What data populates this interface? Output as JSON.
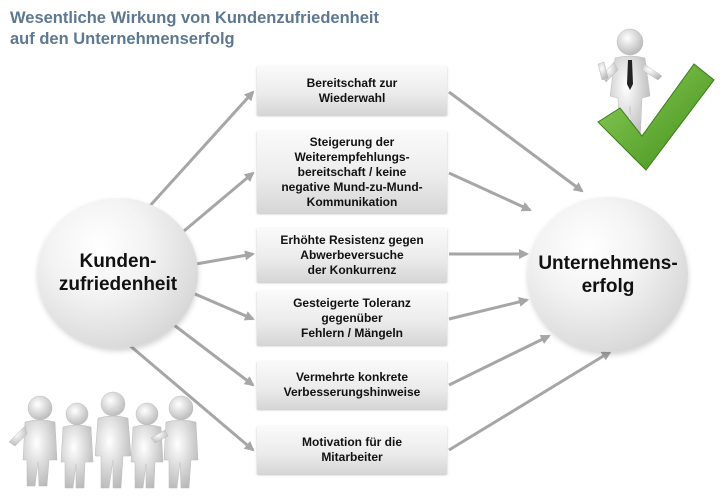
{
  "title": "Wesentliche Wirkung von Kundenzufriedenheit\nauf den Unternehmenserfolg",
  "left_node": "Kunden-\nzufriedenheit",
  "right_node": "Unternehmens-\nerfolg",
  "boxes": [
    "Bereitschaft zur\nWiederwahl",
    "Steigerung der\nWeiterempfehlungs-\nbereitschaft / keine\nnegative Mund-zu-Mund-\nKommunikation",
    "Erhöhte Resistenz gegen\nAbwerbeversuche\nder Konkurrenz",
    "Gesteigerte Toleranz\ngegenüber\nFehlern / Mängeln",
    "Vermehrte konkrete\nVerbesserungshinweise",
    "Motivation für die\nMitarbeiter"
  ],
  "colors": {
    "title": "#5d7890",
    "arrow": "#a6a6a6",
    "check": "#63b02b"
  },
  "icons": [
    "group-of-people-icon",
    "figure-with-checkmark-icon"
  ]
}
